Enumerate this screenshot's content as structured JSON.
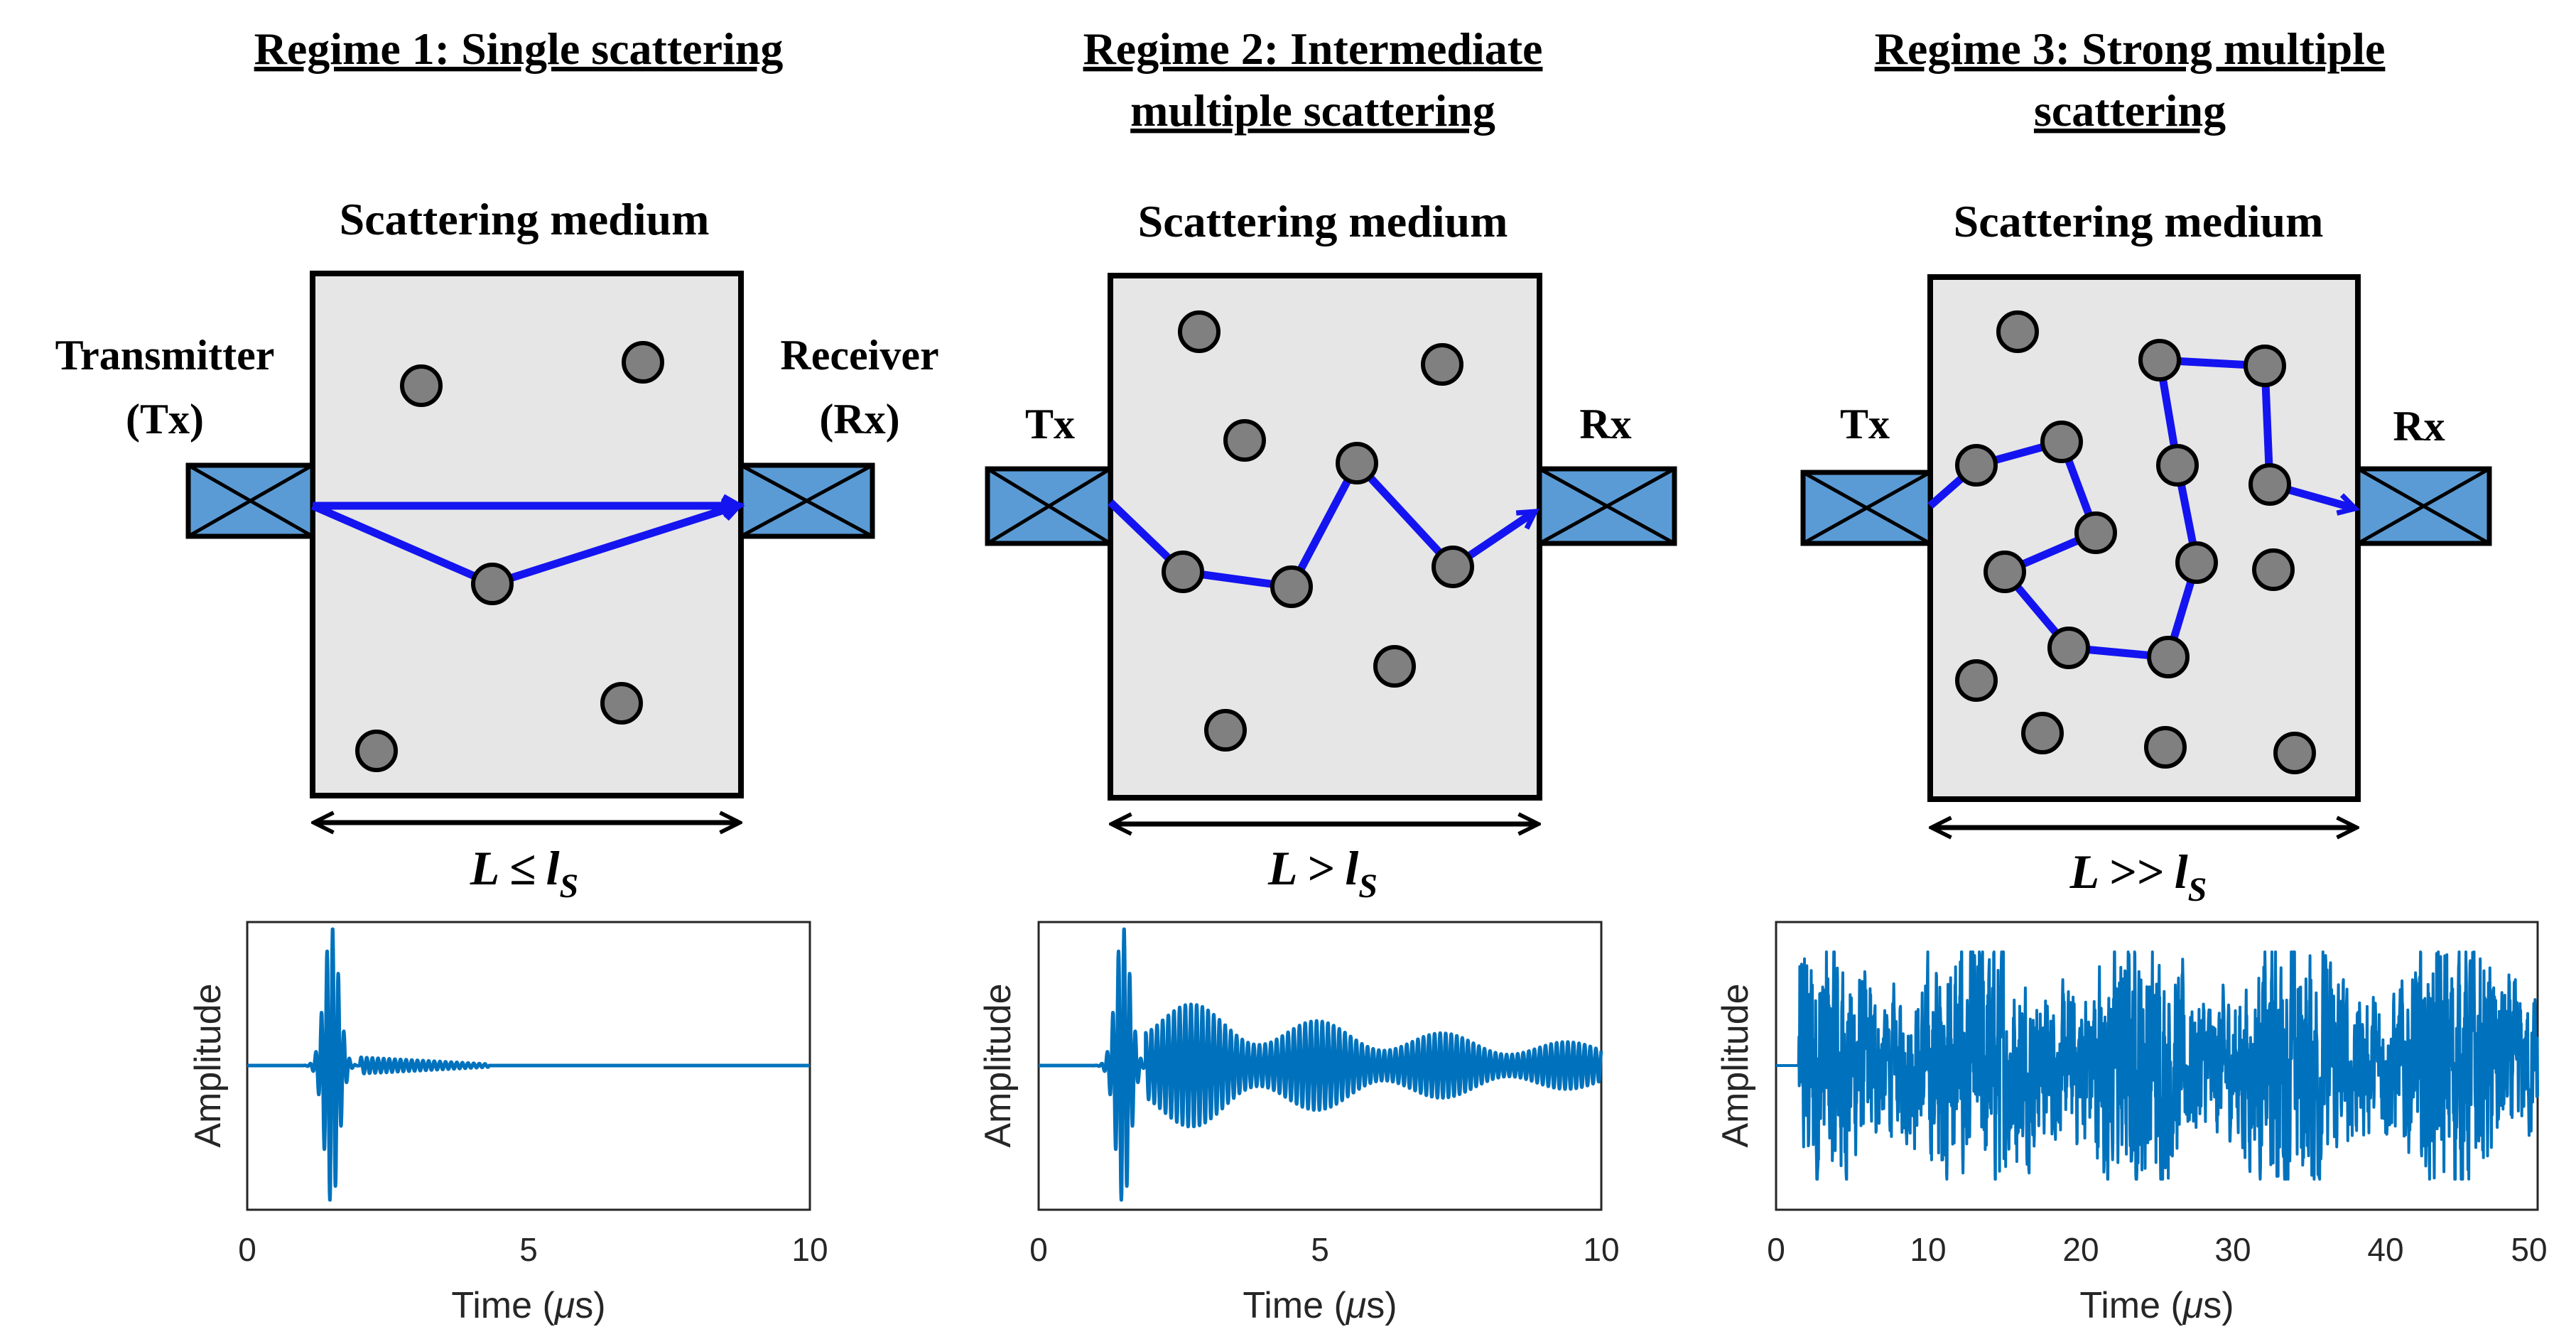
{
  "colors": {
    "medium_fill": "#e6e6e6",
    "scatterer_fill": "#808080",
    "transducer_fill": "#5b9bd5",
    "path": "#1414f0",
    "signal": "#0072bd"
  },
  "panels": [
    {
      "title_lines": [
        "Regime 1: Single scattering"
      ],
      "medium_label": "Scattering medium",
      "tx_lines": [
        "Transmitter",
        "(Tx)"
      ],
      "rx_lines": [
        "Receiver",
        "(Rx)"
      ],
      "length_label": {
        "lhs": "L",
        "op": "≤",
        "rhs": "l",
        "sub": "S"
      },
      "chart_data": {
        "type": "line",
        "ylabel": "Amplitude",
        "xlabel_prefix": "Time (",
        "xlabel_unit": "μ",
        "xlabel_suffix": "s)",
        "xlim": [
          0,
          10
        ],
        "xticks": [
          "0",
          "5",
          "10"
        ],
        "signal": "single scattering: short pulse arriving near 1.5 μs, weak echo 2-4 μs, then flat"
      }
    },
    {
      "title_lines": [
        "Regime 2: Intermediate",
        "multiple scattering"
      ],
      "medium_label": "Scattering medium",
      "tx_lines": [
        "Tx"
      ],
      "rx_lines": [
        "Rx"
      ],
      "length_label": {
        "lhs": "L",
        "op": ">",
        "rhs": "l",
        "sub": "S"
      },
      "chart_data": {
        "type": "line",
        "ylabel": "Amplitude",
        "xlabel_prefix": "Time (",
        "xlabel_unit": "μ",
        "xlabel_suffix": "s)",
        "xlim": [
          0,
          10
        ],
        "xticks": [
          "0",
          "5",
          "10"
        ],
        "signal": "pulse near 1.5 μs followed by decaying multiple-scattering coda to 10 μs"
      }
    },
    {
      "title_lines": [
        "Regime 3: Strong multiple",
        "scattering"
      ],
      "medium_label": "Scattering medium",
      "tx_lines": [
        "Tx"
      ],
      "rx_lines": [
        "Rx"
      ],
      "length_label": {
        "lhs": "L",
        "op": ">>",
        "rhs": "l",
        "sub": "S"
      },
      "chart_data": {
        "type": "line",
        "ylabel": "Amplitude",
        "xlabel_prefix": "Time (",
        "xlabel_unit": "μ",
        "xlabel_suffix": "s)",
        "xlim": [
          0,
          50
        ],
        "xticks": [
          "0",
          "10",
          "20",
          "30",
          "40",
          "50"
        ],
        "signal": "noise-like diffuse signal from about 1.5 μs to 50 μs"
      }
    }
  ]
}
